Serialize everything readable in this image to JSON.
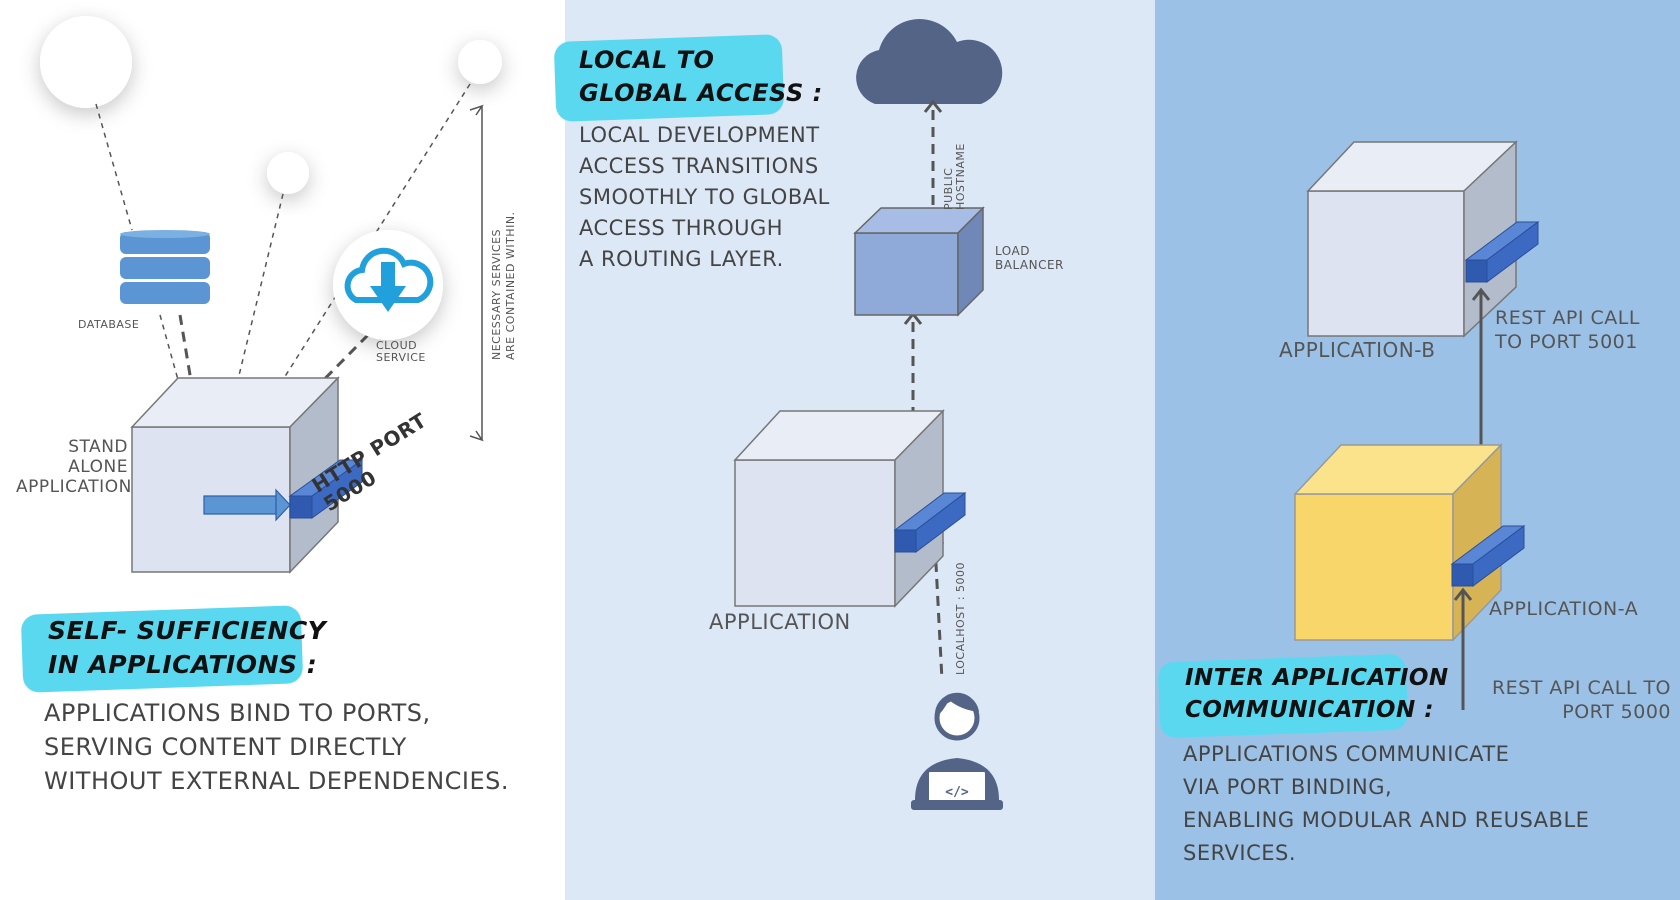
{
  "panel_left": {
    "title": "SELF- SUFFICIENCY\nIN APPLICATIONS :",
    "body": "APPLICATIONS BIND TO PORTS,\nSERVING CONTENT DIRECTLY\nWITHOUT EXTERNAL DEPENDENCIES.",
    "database_label": "DATABASE",
    "cloud_service_label": "CLOUD\nSERVICE",
    "app_label": "STAND ALONE\nAPPLICATION",
    "port_label": "HTTP PORT\n5000",
    "vertical_note": "NECESSARY SERVICES\nARE CONTAINED WITHIN."
  },
  "panel_middle": {
    "title": "LOCAL TO\nGLOBAL ACCESS :",
    "body": "LOCAL DEVELOPMENT\nACCESS TRANSITIONS\nSMOOTHLY TO GLOBAL\nACCESS THROUGH\nA ROUTING LAYER.",
    "public_hostname_label": "PUBLIC\nHOSTNAME",
    "load_balancer_label": "LOAD\nBALANCER",
    "app_label": "APPLICATION",
    "localhost_label": "LOCALHOST : 5000"
  },
  "panel_right": {
    "app_b_label": "APPLICATION-B",
    "rest_call_5001": "REST API CALL\nTO PORT 5001",
    "app_a_label": "APPLICATION-A",
    "rest_call_5000": "REST API CALL TO\nPORT 5000",
    "title": "INTER APPLICATION\nCOMMUNICATION :",
    "body": "APPLICATIONS COMMUNICATE\nVIA PORT BINDING,\nENABLING MODULAR AND REUSABLE\nSERVICES."
  },
  "colors": {
    "highlight": "#5ad8f0",
    "cube_light": "#dde3f1",
    "cube_blue": "#8fa9d9",
    "cube_yellow": "#f8d66a",
    "port_blue": "#3a62b5",
    "cloud": "#546487"
  },
  "icons": [
    "database-icon",
    "cloud-download-icon",
    "cloud-icon",
    "developer-icon"
  ]
}
